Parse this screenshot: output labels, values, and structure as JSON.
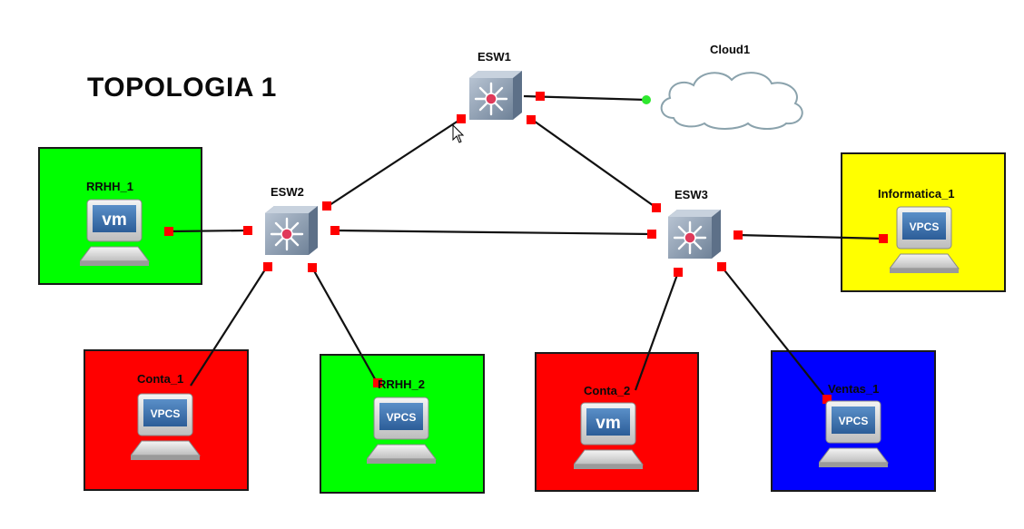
{
  "title": "TOPOLOGIA 1",
  "colors": {
    "rrhh": "#00ff00",
    "conta": "#ff0000",
    "informatica": "#ffff00",
    "ventas": "#0000ff",
    "port": "#ff0000",
    "cloud_port": "#2ee82e"
  },
  "nodes": {
    "esw1": {
      "label": "ESW1",
      "type": "multilayer-switch"
    },
    "esw2": {
      "label": "ESW2",
      "type": "multilayer-switch"
    },
    "esw3": {
      "label": "ESW3",
      "type": "multilayer-switch"
    },
    "cloud1": {
      "label": "Cloud1",
      "type": "cloud"
    },
    "rrhh1": {
      "label": "RRHH_1",
      "type": "vm",
      "screen_text": "vm"
    },
    "rrhh2": {
      "label": "RRHH_2",
      "type": "vpcs",
      "screen_text": "VPCS"
    },
    "conta1": {
      "label": "Conta_1",
      "type": "vpcs",
      "screen_text": "VPCS"
    },
    "conta2": {
      "label": "Conta_2",
      "type": "vm",
      "screen_text": "vm"
    },
    "informatica1": {
      "label": "Informatica_1",
      "type": "vpcs",
      "screen_text": "VPCS"
    },
    "ventas1": {
      "label": "Ventas_1",
      "type": "vpcs",
      "screen_text": "VPCS"
    }
  },
  "links": [
    {
      "from": "ESW1",
      "to": "Cloud1"
    },
    {
      "from": "ESW1",
      "to": "ESW2"
    },
    {
      "from": "ESW1",
      "to": "ESW3"
    },
    {
      "from": "ESW2",
      "to": "ESW3"
    },
    {
      "from": "ESW2",
      "to": "RRHH_1"
    },
    {
      "from": "ESW2",
      "to": "Conta_1"
    },
    {
      "from": "ESW2",
      "to": "RRHH_2"
    },
    {
      "from": "ESW3",
      "to": "Informatica_1"
    },
    {
      "from": "ESW3",
      "to": "Conta_2"
    },
    {
      "from": "ESW3",
      "to": "Ventas_1"
    }
  ]
}
